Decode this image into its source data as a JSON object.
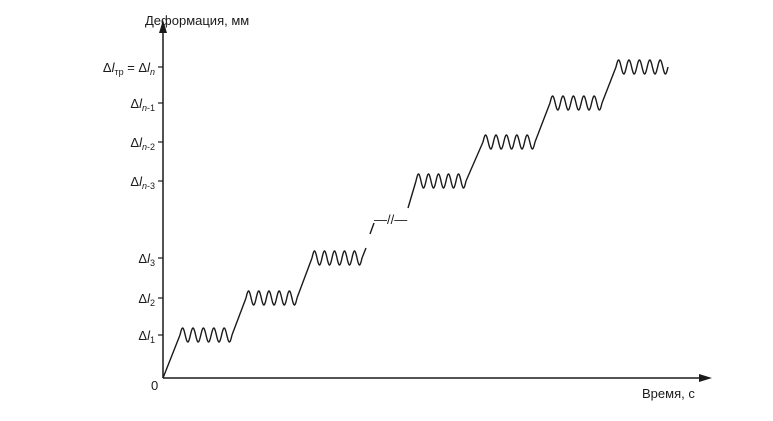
{
  "y_axis_title": "Деформация, мм",
  "x_axis_title": "Время, с",
  "origin_label": "0",
  "break_marker": "—//—",
  "y_ticks": [
    {
      "parts": [
        {
          "t": "Δ"
        },
        {
          "t": "l",
          "i": true
        },
        {
          "t": "тр",
          "s": true
        },
        {
          "t": " = Δ"
        },
        {
          "t": "l",
          "i": true
        },
        {
          "t": "n",
          "i": true,
          "s": true
        }
      ]
    },
    {
      "parts": [
        {
          "t": "Δ"
        },
        {
          "t": "l",
          "i": true
        },
        {
          "t": "n",
          "i": true,
          "s": true
        },
        {
          "t": "-1",
          "s": true
        }
      ]
    },
    {
      "parts": [
        {
          "t": "Δ"
        },
        {
          "t": "l",
          "i": true
        },
        {
          "t": "n",
          "i": true,
          "s": true
        },
        {
          "t": "-2",
          "s": true
        }
      ]
    },
    {
      "parts": [
        {
          "t": "Δ"
        },
        {
          "t": "l",
          "i": true
        },
        {
          "t": "n",
          "i": true,
          "s": true
        },
        {
          "t": "-3",
          "s": true
        }
      ]
    },
    {
      "parts": [
        {
          "t": "Δ"
        },
        {
          "t": "l",
          "i": true
        },
        {
          "t": "3",
          "s": true
        }
      ]
    },
    {
      "parts": [
        {
          "t": "Δ"
        },
        {
          "t": "l",
          "i": true
        },
        {
          "t": "2",
          "s": true
        }
      ]
    },
    {
      "parts": [
        {
          "t": "Δ"
        },
        {
          "t": "l",
          "i": true
        },
        {
          "t": "1",
          "s": true
        }
      ]
    }
  ],
  "steps_before_break": 3,
  "steps_after_break": 4,
  "oscillations_per_step": 5
}
